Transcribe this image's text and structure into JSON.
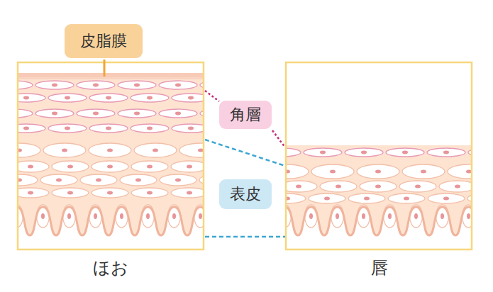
{
  "diagram": {
    "nodes": [
      {
        "text": [
          "皮脂膜"
        ]
      },
      {
        "text": [
          "角層"
        ]
      },
      {
        "text": [
          "表皮"
        ]
      }
    ],
    "labels": [
      "ほお",
      "唇"
    ]
  }
}
